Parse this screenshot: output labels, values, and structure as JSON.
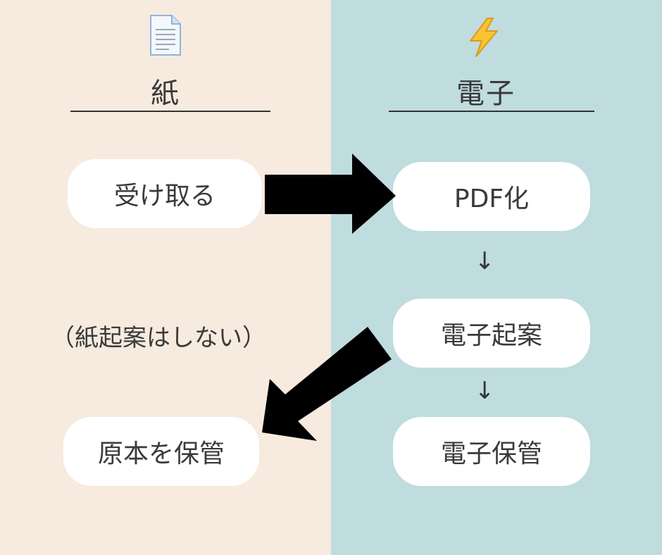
{
  "left": {
    "icon": "document-icon",
    "heading": "紙",
    "box_receive": "受け取る",
    "note": "（紙起案はしない）",
    "box_keep_original": "原本を保管"
  },
  "right": {
    "icon": "lightning-icon",
    "heading": "電子",
    "box_pdf": "PDF化",
    "arrow_1": "↓",
    "box_draft": "電子起案",
    "arrow_2": "↓",
    "box_store": "電子保管"
  },
  "colors": {
    "left_bg": "#f7ebdf",
    "right_bg": "#bfdcdf",
    "box_bg": "#ffffff",
    "arrow": "#000000"
  }
}
